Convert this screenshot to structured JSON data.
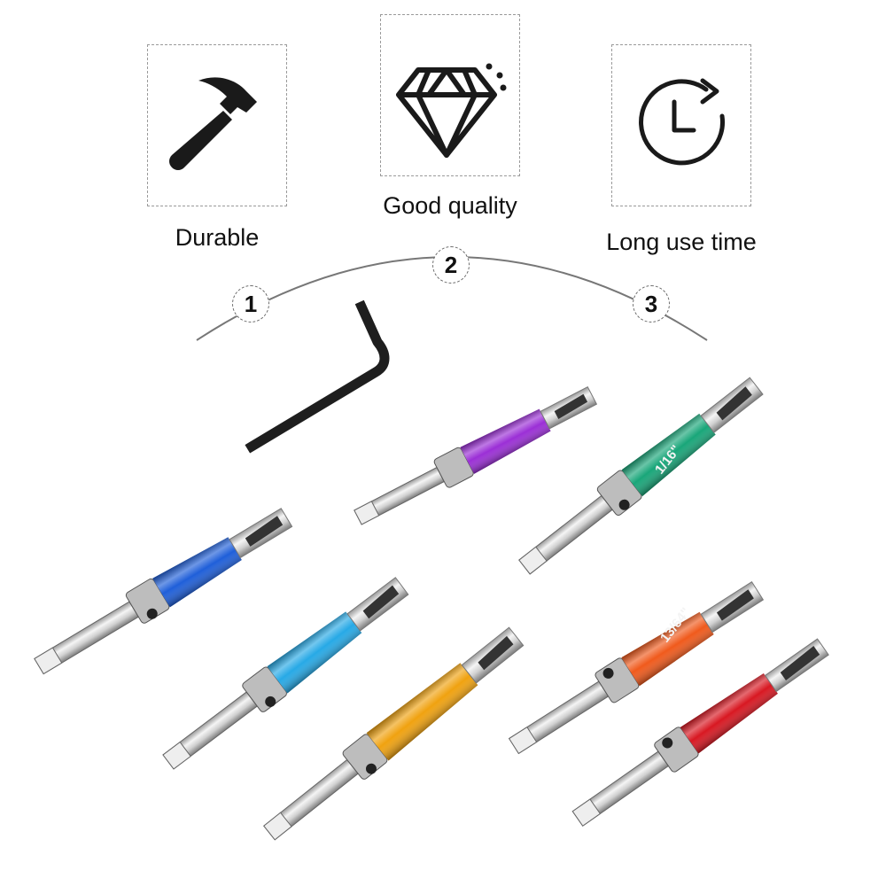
{
  "features": [
    {
      "label": "Durable",
      "icon": "hammer-icon"
    },
    {
      "label": "Good quality",
      "icon": "diamond-icon"
    },
    {
      "label": "Long use time",
      "icon": "clock-icon"
    }
  ],
  "steps": [
    "1",
    "2",
    "3"
  ],
  "bits": [
    {
      "name": "purple",
      "color": "#9b2fd6"
    },
    {
      "name": "green",
      "color": "#19a679",
      "label": "1/16\""
    },
    {
      "name": "blue",
      "color": "#1f5fd9"
    },
    {
      "name": "cyan",
      "color": "#27a9e6"
    },
    {
      "name": "orange",
      "color": "#f0a210"
    },
    {
      "name": "orange-red",
      "color": "#f05a1c",
      "label": "13/64\""
    },
    {
      "name": "red",
      "color": "#d81822"
    }
  ],
  "colors": {
    "metal": "#d4d4d4",
    "outline": "#1a1a1a",
    "dash": "#9a9a9a"
  }
}
